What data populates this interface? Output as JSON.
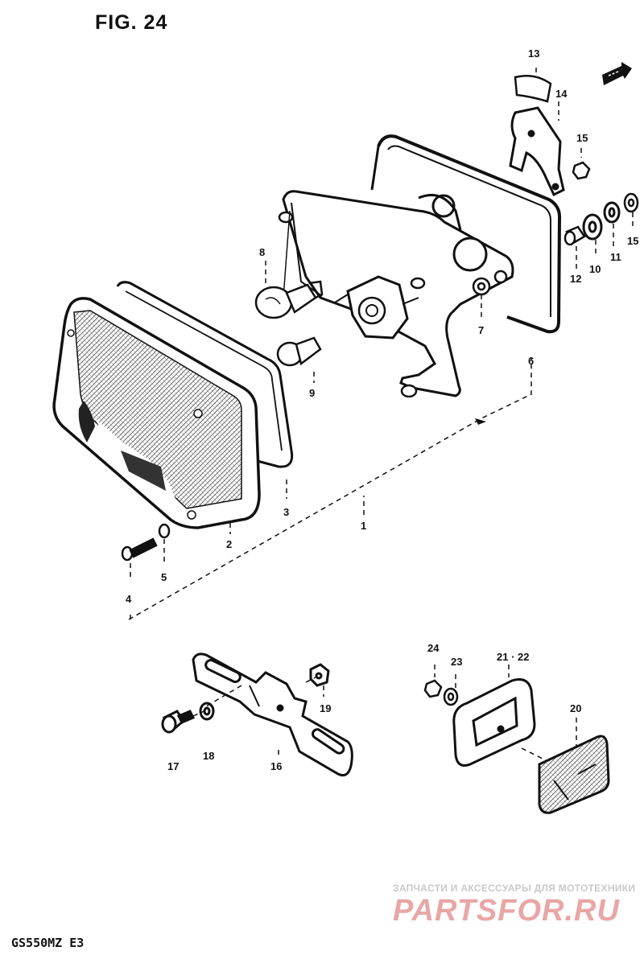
{
  "figure": {
    "title": "FIG. 24",
    "model": "GS550MZ  E3"
  },
  "part_numbers": {
    "p1": "1",
    "p2": "2",
    "p3": "3",
    "p4": "4",
    "p5": "5",
    "p6": "6",
    "p7": "7",
    "p8": "8",
    "p9": "9",
    "p10": "10",
    "p11": "11",
    "p12": "12",
    "p13": "13",
    "p14": "14",
    "p15a": "15",
    "p15b": "15",
    "p16": "16",
    "p17": "17",
    "p18": "18",
    "p19": "19",
    "p20": "20",
    "p21_22": "21 · 22",
    "p23": "23",
    "p24": "24"
  },
  "watermark": {
    "caption": "ЗАПЧАСТИ И АКСЕССУАРЫ ДЛЯ МОТОТЕХНИКИ",
    "brand": "PARTSFOR.RU"
  },
  "colors": {
    "line": "#111111",
    "watermark_brand": "#e9a6a6",
    "watermark_caption": "#c9c9c9"
  }
}
